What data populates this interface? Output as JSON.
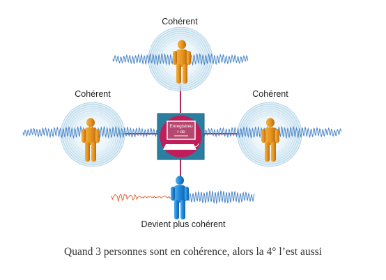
{
  "labels": {
    "top": "Cohérent",
    "left": "Cohérent",
    "right": "Cohérent",
    "bottom": "Devient plus cohérent"
  },
  "center_box": {
    "text_line1": "Enregistreu",
    "text_line2": "r de"
  },
  "caption": "Quand 3 personnes sont en cohérence, alors la 4° l’est aussi",
  "colors": {
    "coherent_wave": "#4a86c8",
    "incoherent_wave": "#e06a3a",
    "link_line": "#b0285a",
    "box_bg": "#2a7fa0",
    "disc_bg": "#c01e5a",
    "person_orange": "#e8961e",
    "person_blue": "#1e88d8",
    "halo": "#9cc8e0"
  }
}
